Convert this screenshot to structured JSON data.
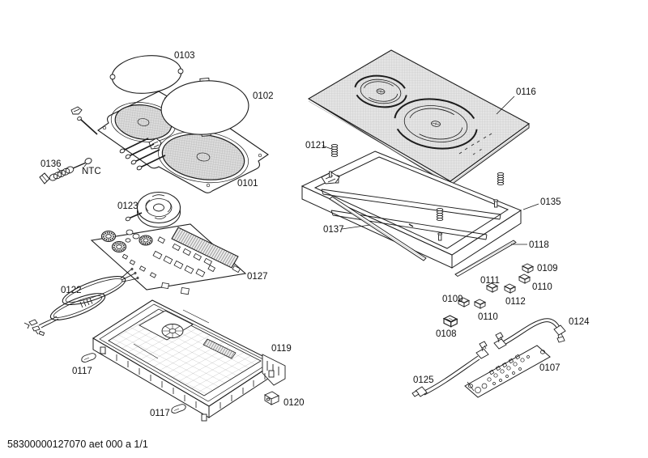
{
  "doc": {
    "footer": "58300000127070 aet 000 a 1/1"
  },
  "labels": {
    "l0101": "0101",
    "l0102": "0102",
    "l0103": "0103",
    "l0107": "0107",
    "l0108": "0108",
    "l0109_left": "0109",
    "l0109_right": "0109",
    "l0110_left": "0110",
    "l0110_right": "0110",
    "l0111": "0111",
    "l0112": "0112",
    "l0116": "0116",
    "l0117_left": "0117",
    "l0117_bottom": "0117",
    "l0118": "0118",
    "l0119": "0119",
    "l0120": "0120",
    "l0121": "0121",
    "l0122": "0122",
    "l0123": "0123",
    "l0124": "0124",
    "l0125": "0125",
    "l0127": "0127",
    "l0135": "0135",
    "l0136": "0136",
    "l0137": "0137",
    "lNTC": "NTC"
  },
  "colors": {
    "line": "#1c1c1c",
    "glass_fill": "#e4e4e4",
    "coil_fill": "#dcdcdc",
    "paper": "#ffffff"
  }
}
